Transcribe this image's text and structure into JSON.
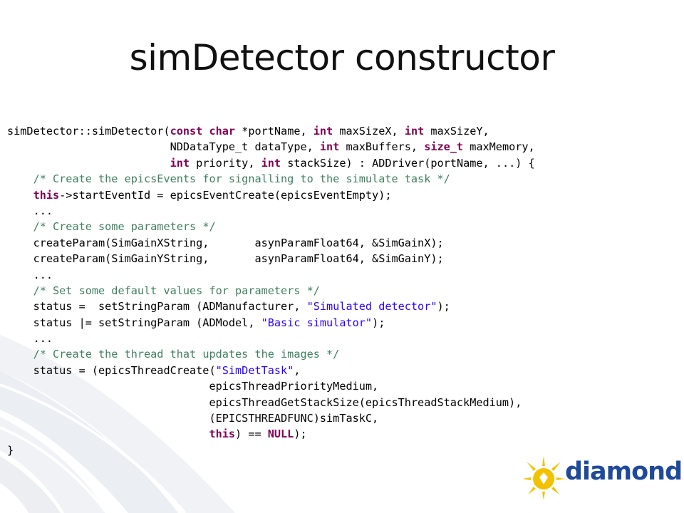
{
  "slide": {
    "title": "simDetector constructor",
    "brand_color": "#1f4a9b",
    "accent_color": "#f2c200"
  },
  "code": {
    "lines": [
      [
        {
          "t": "n",
          "v": "simDetector::simDetector("
        },
        {
          "t": "k",
          "v": "const"
        },
        {
          "t": "n",
          "v": " "
        },
        {
          "t": "k",
          "v": "char"
        },
        {
          "t": "n",
          "v": " *portName, "
        },
        {
          "t": "k",
          "v": "int"
        },
        {
          "t": "n",
          "v": " maxSizeX, "
        },
        {
          "t": "k",
          "v": "int"
        },
        {
          "t": "n",
          "v": " maxSizeY,"
        }
      ],
      [
        {
          "t": "n",
          "v": "                         NDDataType_t dataType, "
        },
        {
          "t": "k",
          "v": "int"
        },
        {
          "t": "n",
          "v": " maxBuffers, "
        },
        {
          "t": "k",
          "v": "size_t"
        },
        {
          "t": "n",
          "v": " maxMemory,"
        }
      ],
      [
        {
          "t": "n",
          "v": "                         "
        },
        {
          "t": "k",
          "v": "int"
        },
        {
          "t": "n",
          "v": " priority, "
        },
        {
          "t": "k",
          "v": "int"
        },
        {
          "t": "n",
          "v": " stackSize) : ADDriver(portName, ...) {"
        }
      ],
      [
        {
          "t": "n",
          "v": "    "
        },
        {
          "t": "c",
          "v": "/* Create the epicsEvents for signalling to the simulate task */"
        }
      ],
      [
        {
          "t": "n",
          "v": "    "
        },
        {
          "t": "k",
          "v": "this"
        },
        {
          "t": "n",
          "v": "->startEventId = epicsEventCreate(epicsEventEmpty);"
        }
      ],
      [
        {
          "t": "n",
          "v": "    ..."
        }
      ],
      [
        {
          "t": "n",
          "v": "    "
        },
        {
          "t": "c",
          "v": "/* Create some parameters */"
        }
      ],
      [
        {
          "t": "n",
          "v": "    createParam(SimGainXString,       asynParamFloat64, &SimGainX);"
        }
      ],
      [
        {
          "t": "n",
          "v": "    createParam(SimGainYString,       asynParamFloat64, &SimGainY);"
        }
      ],
      [
        {
          "t": "n",
          "v": "    ..."
        }
      ],
      [
        {
          "t": "n",
          "v": "    "
        },
        {
          "t": "c",
          "v": "/* Set some default values for parameters */"
        }
      ],
      [
        {
          "t": "n",
          "v": "    status =  setStringParam (ADManufacturer, "
        },
        {
          "t": "s",
          "v": "\"Simulated detector\""
        },
        {
          "t": "n",
          "v": ");"
        }
      ],
      [
        {
          "t": "n",
          "v": "    status |= setStringParam (ADModel, "
        },
        {
          "t": "s",
          "v": "\"Basic simulator\""
        },
        {
          "t": "n",
          "v": ");"
        }
      ],
      [
        {
          "t": "n",
          "v": "    ..."
        }
      ],
      [
        {
          "t": "n",
          "v": "    "
        },
        {
          "t": "c",
          "v": "/* Create the thread that updates the images */"
        }
      ],
      [
        {
          "t": "n",
          "v": "    status = (epicsThreadCreate("
        },
        {
          "t": "s",
          "v": "\"SimDetTask\""
        },
        {
          "t": "n",
          "v": ","
        }
      ],
      [
        {
          "t": "n",
          "v": "                               epicsThreadPriorityMedium,"
        }
      ],
      [
        {
          "t": "n",
          "v": "                               epicsThreadGetStackSize(epicsThreadStackMedium),"
        }
      ],
      [
        {
          "t": "n",
          "v": "                               (EPICSTHREADFUNC)simTaskC,"
        }
      ],
      [
        {
          "t": "n",
          "v": "                               "
        },
        {
          "t": "k",
          "v": "this"
        },
        {
          "t": "n",
          "v": ") == "
        },
        {
          "t": "k",
          "v": "NULL"
        },
        {
          "t": "n",
          "v": ");"
        }
      ],
      [
        {
          "t": "n",
          "v": "}"
        }
      ]
    ]
  },
  "logo": {
    "text": "diamond",
    "icon": "diamond-starburst-icon"
  }
}
